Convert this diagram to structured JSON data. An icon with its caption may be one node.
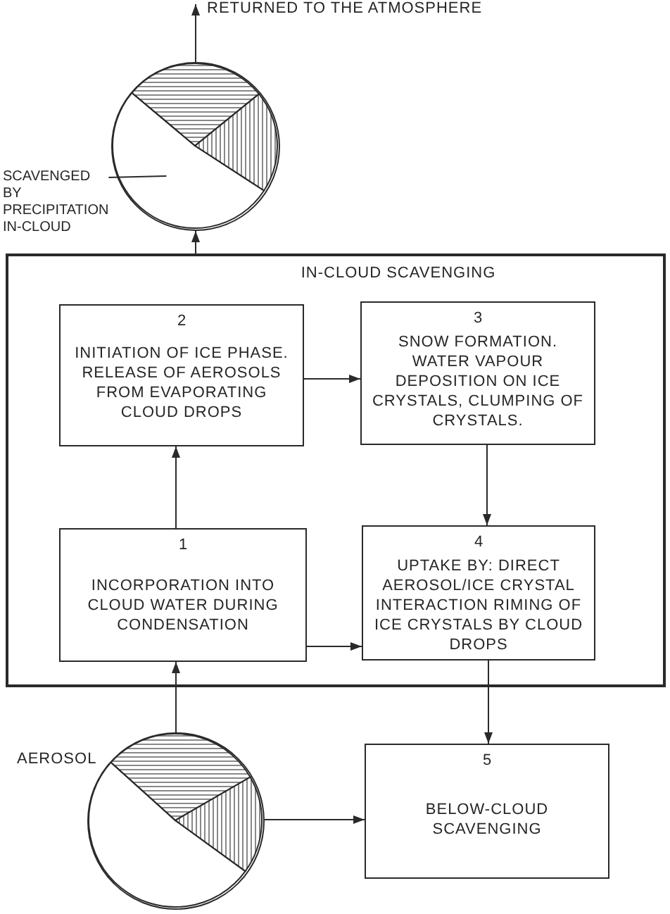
{
  "diagram": {
    "nodes": [
      {
        "text": [],
        "shape": "circle"
      },
      {
        "text": [],
        "shape": "sector",
        "in": 0
      },
      {
        "text": [],
        "shape": "sector",
        "in": 0
      },
      {
        "text": [],
        "shape": "sector",
        "in": 0
      },
      {
        "text": [
          "SCAVENGED BY PRECIPITATION IN-CLOUD"
        ]
      },
      {
        "text": [
          "IN-CLOUD SCAVENGING"
        ]
      },
      {
        "text": [
          "2",
          "INITIATION OF ICE PHASE. RELEASE OF AEROSOLS FROM EVAPORATING CLOUD DROPS"
        ],
        "in": 5
      },
      {
        "text": [
          "3",
          "SNOW FORMATION. WATER VAPOUR DEPOSITION ON ICE CRYSTALS, CLUMPING OF CRYSTALS."
        ],
        "in": 5
      },
      {
        "text": [
          "1",
          "INCORPORATION INTO CLOUD WATER DURING CONDENSATION"
        ],
        "in": 5
      },
      {
        "text": [
          "4",
          "UPTAKE BY: DIRECT AEROSOL/ICE CRYSTAL INTERACTION RIMING OF ICE CRYSTALS BY CLOUD DROPS"
        ],
        "in": 5
      },
      {
        "text": [],
        "shape": "circle",
        "beside": [
          "AEROSOL"
        ]
      },
      {
        "text": [],
        "shape": "sector",
        "in": 10
      },
      {
        "text": [],
        "shape": "sector",
        "in": 10
      },
      {
        "text": [],
        "shape": "sector",
        "in": 10
      },
      {
        "text": [
          "5",
          "BELOW-CLOUD SCAVENGING"
        ]
      }
    ],
    "edges": [
      {
        "from": 0,
        "to": null,
        "arrow": "to",
        "label": "RETURNED TO THE ATMOSPHERE"
      },
      {
        "from": 4,
        "to": 3,
        "arrow": "none"
      },
      {
        "from": 5,
        "to": 0,
        "arrow": "to"
      },
      {
        "from": 8,
        "to": 6,
        "arrow": "to"
      },
      {
        "from": 6,
        "to": 7,
        "arrow": "to"
      },
      {
        "from": 7,
        "to": 9,
        "arrow": "to"
      },
      {
        "from": 8,
        "to": 9,
        "arrow": "to"
      },
      {
        "from": 9,
        "to": 14,
        "arrow": "to"
      },
      {
        "from": 10,
        "to": 8,
        "arrow": "to"
      },
      {
        "from": 10,
        "to": 14,
        "arrow": "to"
      }
    ]
  }
}
